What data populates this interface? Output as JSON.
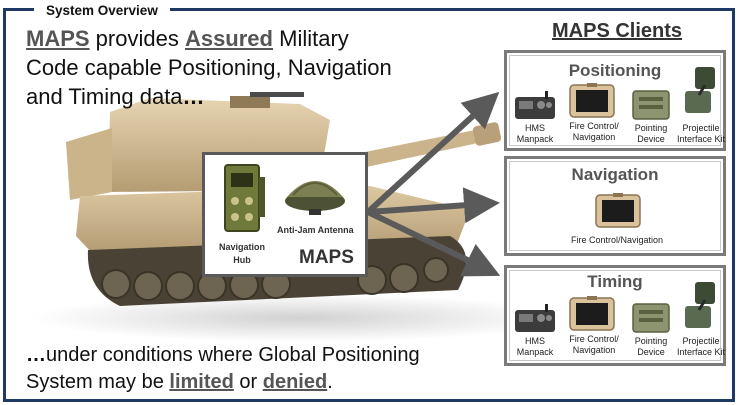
{
  "section_tag": "System Overview",
  "headline": {
    "part1": "MAPS",
    "part2": " provides ",
    "part3": "Assured",
    "part4": " Military Code capable Positioning, Navigation and Timing data",
    "part5": "…"
  },
  "footer": {
    "part1": "…",
    "part2": "under conditions where Global Positioning System may be ",
    "part3": "limited",
    "part4": " or ",
    "part5": "denied",
    "part6": "."
  },
  "maps_box": {
    "antenna_label": "Anti-Jam Antenna",
    "hub_label": "Navigation Hub",
    "title": "MAPS"
  },
  "clients_title": "MAPS Clients",
  "panels": {
    "positioning": {
      "title": "Positioning",
      "devices": [
        {
          "label": "HMS Manpack",
          "icon": "radio-manpack-icon"
        },
        {
          "label": "Fire Control/ Navigation",
          "icon": "tablet-icon"
        },
        {
          "label": "Pointing Device",
          "icon": "pointing-device-icon"
        },
        {
          "label": "Projectile Interface Kit",
          "icon": "projectile-kit-icon"
        }
      ]
    },
    "navigation": {
      "title": "Navigation",
      "devices": [
        {
          "label": "Fire Control/Navigation",
          "icon": "tablet-icon"
        }
      ]
    },
    "timing": {
      "title": "Timing",
      "devices": [
        {
          "label": "HMS Manpack",
          "icon": "radio-manpack-icon"
        },
        {
          "label": "Fire Control/ Navigation",
          "icon": "tablet-icon"
        },
        {
          "label": "Pointing Device",
          "icon": "pointing-device-icon"
        },
        {
          "label": "Projectile Interface Kit",
          "icon": "projectile-kit-icon"
        }
      ]
    }
  },
  "colors": {
    "frame": "#1f3864",
    "arrow": "#5a5a5a",
    "tank": "#c9b28a"
  }
}
